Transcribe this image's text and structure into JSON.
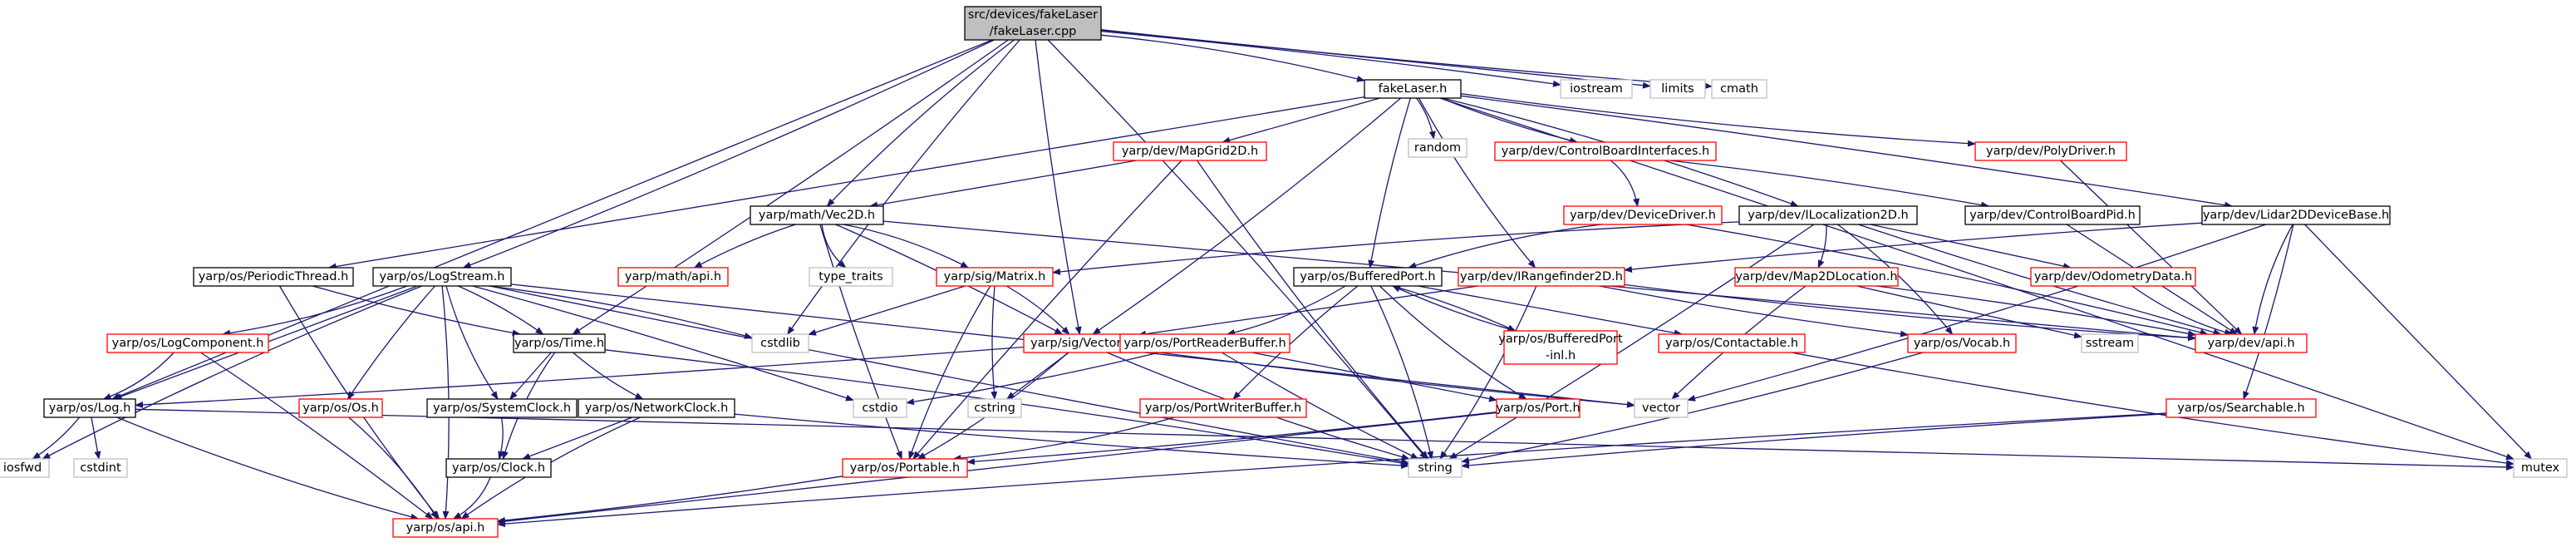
{
  "colors": {
    "root_fill": "#bfbfbf",
    "root_border": "#000000",
    "default_border": "#000000",
    "missing_border": "#ff0000",
    "external_border": "#bfbfbf",
    "text": "#000000",
    "external_text": "#bfbfbf",
    "edge": "#191970"
  },
  "nodes": [
    {
      "id": "root",
      "lines": [
        "src/devices/fakeLaser",
        "/fakeLaser.cpp"
      ],
      "kind": "root"
    },
    {
      "id": "fakelaser_h",
      "lines": [
        "fakeLaser.h"
      ],
      "kind": "default"
    },
    {
      "id": "iostream",
      "lines": [
        "iostream"
      ],
      "kind": "external"
    },
    {
      "id": "limits",
      "lines": [
        "limits"
      ],
      "kind": "external"
    },
    {
      "id": "cmath",
      "lines": [
        "cmath"
      ],
      "kind": "external"
    },
    {
      "id": "random",
      "lines": [
        "random"
      ],
      "kind": "external"
    },
    {
      "id": "mapgrid2d",
      "lines": [
        "yarp/dev/MapGrid2D.h"
      ],
      "kind": "missing"
    },
    {
      "id": "cbi",
      "lines": [
        "yarp/dev/ControlBoardInterfaces.h"
      ],
      "kind": "missing"
    },
    {
      "id": "polydriver",
      "lines": [
        "yarp/dev/PolyDriver.h"
      ],
      "kind": "missing"
    },
    {
      "id": "vec2d",
      "lines": [
        "yarp/math/Vec2D.h"
      ],
      "kind": "default"
    },
    {
      "id": "devicedriver",
      "lines": [
        "yarp/dev/DeviceDriver.h"
      ],
      "kind": "missing"
    },
    {
      "id": "ilocalization2d",
      "lines": [
        "yarp/dev/ILocalization2D.h"
      ],
      "kind": "default"
    },
    {
      "id": "cbpid",
      "lines": [
        "yarp/dev/ControlBoardPid.h"
      ],
      "kind": "default"
    },
    {
      "id": "lidar2d",
      "lines": [
        "yarp/dev/Lidar2DDeviceBase.h"
      ],
      "kind": "default"
    },
    {
      "id": "periodicthread",
      "lines": [
        "yarp/os/PeriodicThread.h"
      ],
      "kind": "default"
    },
    {
      "id": "logstream",
      "lines": [
        "yarp/os/LogStream.h"
      ],
      "kind": "default"
    },
    {
      "id": "mathapi",
      "lines": [
        "yarp/math/api.h"
      ],
      "kind": "missing"
    },
    {
      "id": "typetraits",
      "lines": [
        "type_traits"
      ],
      "kind": "external"
    },
    {
      "id": "sigmatrix",
      "lines": [
        "yarp/sig/Matrix.h"
      ],
      "kind": "missing"
    },
    {
      "id": "bufferedport",
      "lines": [
        "yarp/os/BufferedPort.h"
      ],
      "kind": "default"
    },
    {
      "id": "irangefinder",
      "lines": [
        "yarp/dev/IRangefinder2D.h"
      ],
      "kind": "missing"
    },
    {
      "id": "map2dloc",
      "lines": [
        "yarp/dev/Map2DLocation.h"
      ],
      "kind": "missing"
    },
    {
      "id": "odometry",
      "lines": [
        "yarp/dev/OdometryData.h"
      ],
      "kind": "missing"
    },
    {
      "id": "logcomponent",
      "lines": [
        "yarp/os/LogComponent.h"
      ],
      "kind": "missing"
    },
    {
      "id": "ostime",
      "lines": [
        "yarp/os/Time.h"
      ],
      "kind": "default"
    },
    {
      "id": "cstdlib",
      "lines": [
        "cstdlib"
      ],
      "kind": "external"
    },
    {
      "id": "sigvector",
      "lines": [
        "yarp/sig/Vector.h"
      ],
      "kind": "missing"
    },
    {
      "id": "portreaderbuffer",
      "lines": [
        "yarp/os/PortReaderBuffer.h"
      ],
      "kind": "missing"
    },
    {
      "id": "bufferedportinl",
      "lines": [
        "yarp/os/BufferedPort",
        "-inl.h"
      ],
      "kind": "missing"
    },
    {
      "id": "contactable",
      "lines": [
        "yarp/os/Contactable.h"
      ],
      "kind": "missing"
    },
    {
      "id": "vocab",
      "lines": [
        "yarp/os/Vocab.h"
      ],
      "kind": "missing"
    },
    {
      "id": "sstream",
      "lines": [
        "sstream"
      ],
      "kind": "external"
    },
    {
      "id": "devapi",
      "lines": [
        "yarp/dev/api.h"
      ],
      "kind": "missing"
    },
    {
      "id": "oslog",
      "lines": [
        "yarp/os/Log.h"
      ],
      "kind": "default"
    },
    {
      "id": "osos",
      "lines": [
        "yarp/os/Os.h"
      ],
      "kind": "missing"
    },
    {
      "id": "systemclock",
      "lines": [
        "yarp/os/SystemClock.h"
      ],
      "kind": "default"
    },
    {
      "id": "networkclock",
      "lines": [
        "yarp/os/NetworkClock.h"
      ],
      "kind": "default"
    },
    {
      "id": "cstdio",
      "lines": [
        "cstdio"
      ],
      "kind": "external"
    },
    {
      "id": "cstring",
      "lines": [
        "cstring"
      ],
      "kind": "external"
    },
    {
      "id": "portwriterbuffer",
      "lines": [
        "yarp/os/PortWriterBuffer.h"
      ],
      "kind": "missing"
    },
    {
      "id": "osport",
      "lines": [
        "yarp/os/Port.h"
      ],
      "kind": "missing"
    },
    {
      "id": "vector",
      "lines": [
        "vector"
      ],
      "kind": "external"
    },
    {
      "id": "searchable",
      "lines": [
        "yarp/os/Searchable.h"
      ],
      "kind": "missing"
    },
    {
      "id": "iosfwd",
      "lines": [
        "iosfwd"
      ],
      "kind": "external"
    },
    {
      "id": "cstdint",
      "lines": [
        "cstdint"
      ],
      "kind": "external"
    },
    {
      "id": "osclock",
      "lines": [
        "yarp/os/Clock.h"
      ],
      "kind": "default"
    },
    {
      "id": "portable",
      "lines": [
        "yarp/os/Portable.h"
      ],
      "kind": "missing"
    },
    {
      "id": "string",
      "lines": [
        "string"
      ],
      "kind": "external"
    },
    {
      "id": "mutex",
      "lines": [
        "mutex"
      ],
      "kind": "external"
    },
    {
      "id": "osapi",
      "lines": [
        "yarp/os/api.h"
      ],
      "kind": "missing"
    }
  ],
  "edges": [
    [
      "root",
      "fakelaser_h"
    ],
    [
      "root",
      "iostream"
    ],
    [
      "root",
      "limits"
    ],
    [
      "root",
      "cmath"
    ],
    [
      "root",
      "vec2d"
    ],
    [
      "root",
      "logstream"
    ],
    [
      "root",
      "ostime"
    ],
    [
      "root",
      "oslog"
    ],
    [
      "root",
      "sigvector"
    ],
    [
      "root",
      "cstdlib"
    ],
    [
      "root",
      "string"
    ],
    [
      "fakelaser_h",
      "random"
    ],
    [
      "fakelaser_h",
      "mapgrid2d"
    ],
    [
      "fakelaser_h",
      "cbi"
    ],
    [
      "fakelaser_h",
      "polydriver"
    ],
    [
      "fakelaser_h",
      "ilocalization2d"
    ],
    [
      "fakelaser_h",
      "lidar2d"
    ],
    [
      "fakelaser_h",
      "periodicthread"
    ],
    [
      "fakelaser_h",
      "bufferedport"
    ],
    [
      "fakelaser_h",
      "irangefinder"
    ],
    [
      "fakelaser_h",
      "sigvector"
    ],
    [
      "fakelaser_h",
      "mutex"
    ],
    [
      "mapgrid2d",
      "vec2d"
    ],
    [
      "mapgrid2d",
      "portable"
    ],
    [
      "mapgrid2d",
      "string"
    ],
    [
      "cbi",
      "devicedriver"
    ],
    [
      "cbi",
      "cbpid"
    ],
    [
      "polydriver",
      "devapi"
    ],
    [
      "vec2d",
      "mathapi"
    ],
    [
      "vec2d",
      "typetraits"
    ],
    [
      "vec2d",
      "sigmatrix"
    ],
    [
      "vec2d",
      "sigvector"
    ],
    [
      "vec2d",
      "devapi"
    ],
    [
      "vec2d",
      "portable"
    ],
    [
      "devicedriver",
      "bufferedport"
    ],
    [
      "devicedriver",
      "devapi"
    ],
    [
      "ilocalization2d",
      "map2dloc"
    ],
    [
      "ilocalization2d",
      "odometry"
    ],
    [
      "ilocalization2d",
      "devapi"
    ],
    [
      "ilocalization2d",
      "sigmatrix"
    ],
    [
      "ilocalization2d",
      "vocab"
    ],
    [
      "ilocalization2d",
      "string"
    ],
    [
      "cbpid",
      "devapi"
    ],
    [
      "lidar2d",
      "irangefinder"
    ],
    [
      "lidar2d",
      "devapi"
    ],
    [
      "lidar2d",
      "vector"
    ],
    [
      "lidar2d",
      "searchable"
    ],
    [
      "lidar2d",
      "mutex"
    ],
    [
      "periodicthread",
      "ostime"
    ],
    [
      "periodicthread",
      "osapi"
    ],
    [
      "logstream",
      "logcomponent"
    ],
    [
      "logstream",
      "ostime"
    ],
    [
      "logstream",
      "oslog"
    ],
    [
      "logstream",
      "osos"
    ],
    [
      "logstream",
      "systemclock"
    ],
    [
      "logstream",
      "cstdlib"
    ],
    [
      "logstream",
      "cstdio"
    ],
    [
      "logstream",
      "vector"
    ],
    [
      "logstream",
      "string"
    ],
    [
      "logstream",
      "iosfwd"
    ],
    [
      "logstream",
      "osapi"
    ],
    [
      "sigmatrix",
      "sigvector"
    ],
    [
      "sigmatrix",
      "cstdlib"
    ],
    [
      "sigmatrix",
      "cstring"
    ],
    [
      "sigmatrix",
      "portable"
    ],
    [
      "bufferedport",
      "portreaderbuffer"
    ],
    [
      "bufferedport",
      "bufferedportinl"
    ],
    [
      "bufferedport",
      "contactable"
    ],
    [
      "bufferedport",
      "portwriterbuffer"
    ],
    [
      "bufferedport",
      "osport"
    ],
    [
      "bufferedport",
      "string"
    ],
    [
      "bufferedportinl",
      "bufferedport"
    ],
    [
      "irangefinder",
      "sigvector"
    ],
    [
      "irangefinder",
      "vocab"
    ],
    [
      "irangefinder",
      "devapi"
    ],
    [
      "irangefinder",
      "string"
    ],
    [
      "map2dloc",
      "devapi"
    ],
    [
      "map2dloc",
      "sstream"
    ],
    [
      "map2dloc",
      "vector"
    ],
    [
      "odometry",
      "devapi"
    ],
    [
      "logcomponent",
      "oslog"
    ],
    [
      "logcomponent",
      "osapi"
    ],
    [
      "ostime",
      "systemclock"
    ],
    [
      "ostime",
      "networkclock"
    ],
    [
      "ostime",
      "osclock"
    ],
    [
      "ostime",
      "string"
    ],
    [
      "sigvector",
      "oslog"
    ],
    [
      "sigvector",
      "cstring"
    ],
    [
      "sigvector",
      "vector"
    ],
    [
      "sigvector",
      "string"
    ],
    [
      "sigvector",
      "portable"
    ],
    [
      "portreaderbuffer",
      "cstdio"
    ],
    [
      "portreaderbuffer",
      "osport"
    ],
    [
      "portreaderbuffer",
      "string"
    ],
    [
      "contactable",
      "mutex"
    ],
    [
      "vocab",
      "string"
    ],
    [
      "oslog",
      "iosfwd"
    ],
    [
      "oslog",
      "cstdint"
    ],
    [
      "oslog",
      "mutex"
    ],
    [
      "oslog",
      "osapi"
    ],
    [
      "osos",
      "osapi"
    ],
    [
      "systemclock",
      "osclock"
    ],
    [
      "networkclock",
      "osclock"
    ],
    [
      "networkclock",
      "string"
    ],
    [
      "networkclock",
      "osapi"
    ],
    [
      "portwriterbuffer",
      "portable"
    ],
    [
      "osport",
      "portable"
    ],
    [
      "osport",
      "osapi"
    ],
    [
      "searchable",
      "string"
    ],
    [
      "searchable",
      "osapi"
    ],
    [
      "osclock",
      "osapi"
    ],
    [
      "portable",
      "osapi"
    ]
  ]
}
